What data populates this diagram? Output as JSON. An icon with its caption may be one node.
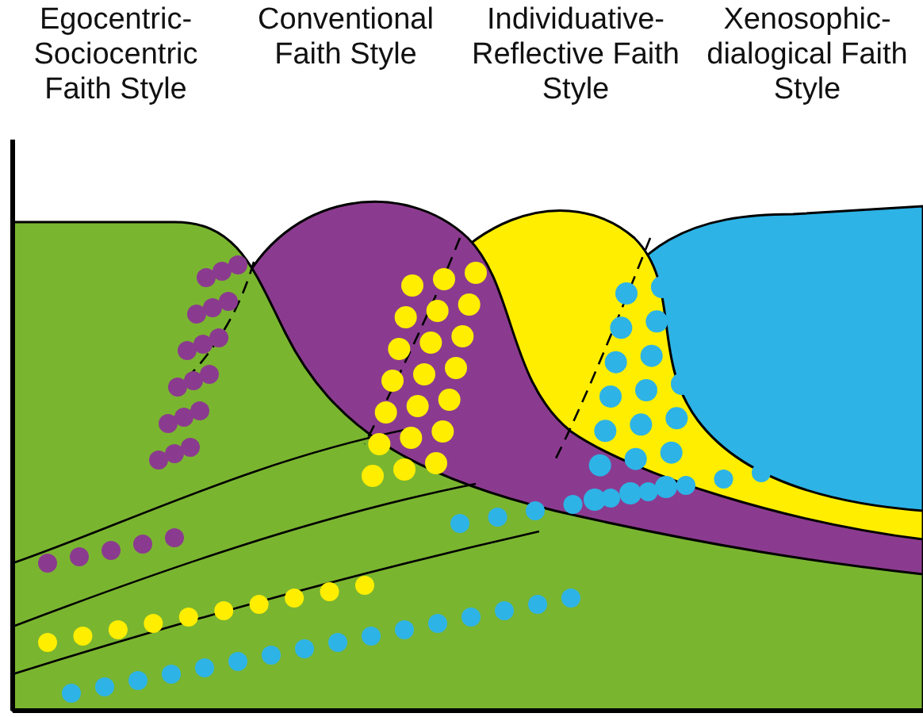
{
  "diagram": {
    "labels": [
      "Egocentric-Sociocentric Faith Style",
      "Conventional Faith Style",
      "Individuative-Reflective Faith Style",
      "Xenosophic-dialogical Faith Style"
    ]
  }
}
